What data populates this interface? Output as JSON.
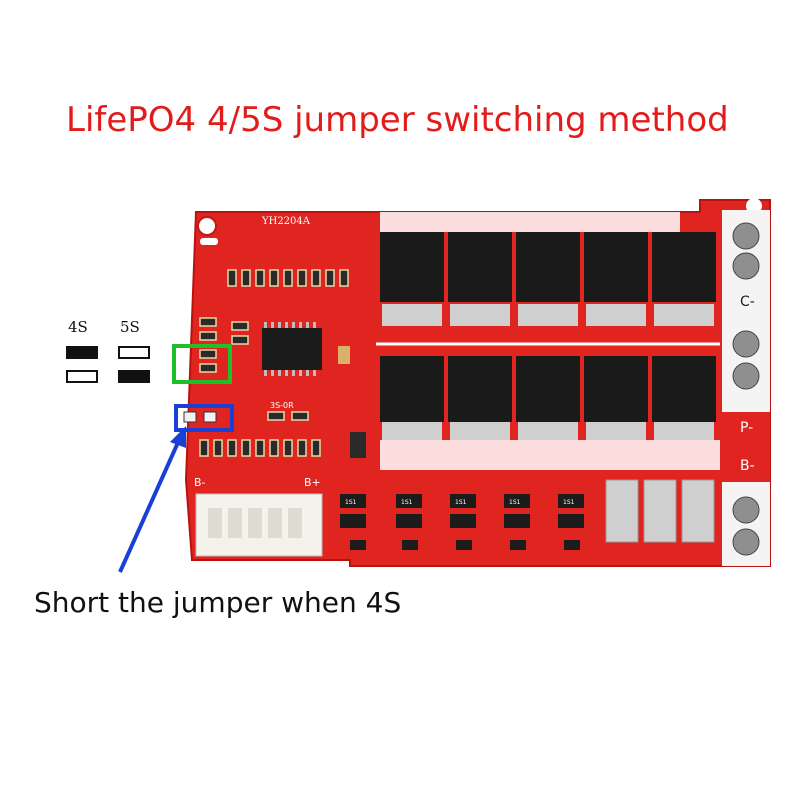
{
  "title": "LifePO4 4/5S jumper switching method",
  "caption": "Short the jumper when 4S",
  "board": {
    "model_label": "YH2204A",
    "jumper_label": "3S-0R",
    "terminal_c": "C-",
    "terminal_p": "P-",
    "terminal_b": "B-",
    "connector_b_minus": "B-",
    "connector_b_plus": "B+",
    "diode_marking": "1S1"
  },
  "legend": {
    "col_4s": "4S",
    "col_5s": "5S"
  },
  "colors": {
    "title": "#e21b1b",
    "pcb": "#e0241f",
    "green_box": "#1fbf2a",
    "blue_box": "#1a3fd6",
    "arrow": "#1a3fd6"
  }
}
